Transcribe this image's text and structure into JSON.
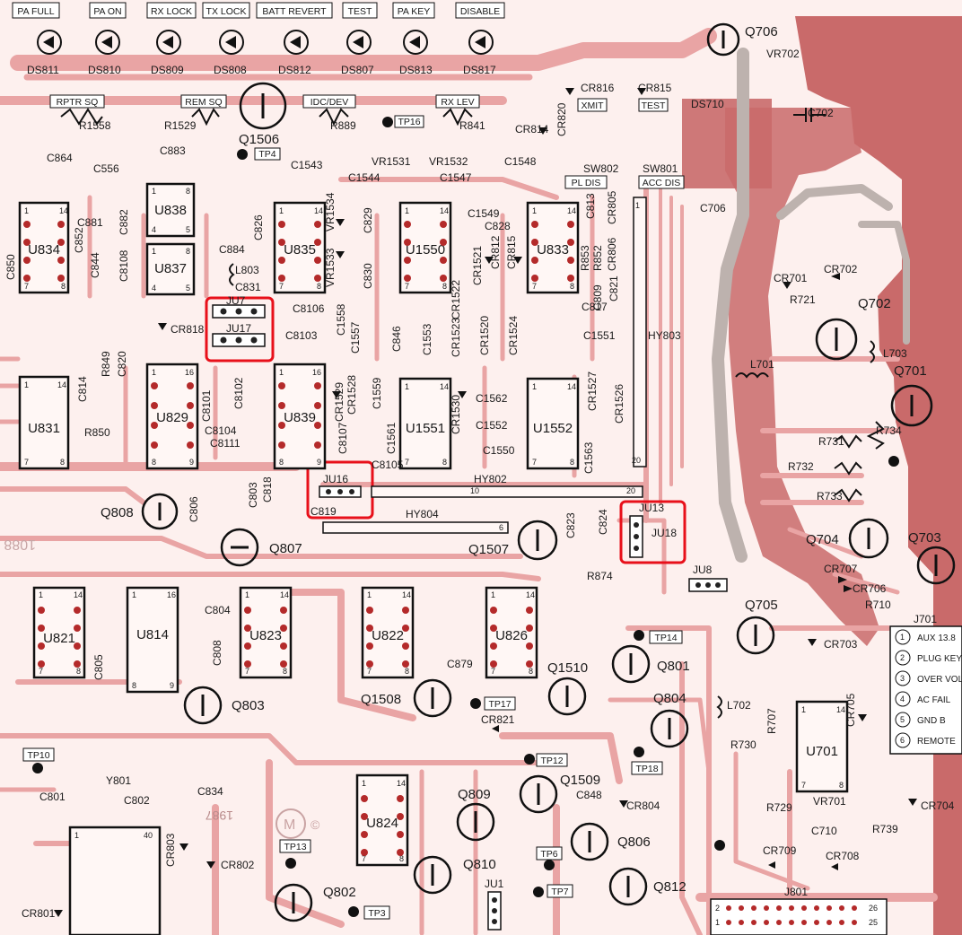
{
  "leds": {
    "labels": [
      "PA FULL",
      "PA ON",
      "RX LOCK",
      "TX LOCK",
      "BATT REVERT",
      "TEST",
      "PA KEY",
      "DISABLE"
    ],
    "refs": [
      "DS811",
      "DS810",
      "DS809",
      "DS808",
      "DS812",
      "DS807",
      "DS813",
      "DS817"
    ]
  },
  "boxes": {
    "rptr_sq": "RPTR SQ",
    "rem_sq": "REM SQ",
    "idc_dev": "IDC/DEV",
    "rx_lev": "RX LEV",
    "xmit": "XMIT",
    "test": "TEST",
    "pl_dis": "PL DIS",
    "acc_dis": "ACC DIS",
    "tp14": "TP14",
    "tp17": "TP17",
    "tp12": "TP12",
    "tp18": "TP18",
    "tp10": "TP10",
    "tp13": "TP13",
    "tp6": "TP6",
    "tp7": "TP7",
    "tp3": "TP3",
    "tp4": "TP4",
    "tp16": "TP16"
  },
  "ics": {
    "U838": "U838",
    "U834": "U834",
    "U837": "U837",
    "U835": "U835",
    "U1550": "U1550",
    "U833": "U833",
    "U831": "U831",
    "U829": "U829",
    "U839": "U839",
    "U1551": "U1551",
    "U1552": "U1552",
    "U821": "U821",
    "U814": "U814",
    "U823": "U823",
    "U822": "U822",
    "U826": "U826",
    "U824": "U824",
    "U701": "U701"
  },
  "transistors": {
    "Q706": "Q706",
    "Q1506": "Q1506",
    "Q702": "Q702",
    "Q701": "Q701",
    "Q808": "Q808",
    "Q807": "Q807",
    "Q1507": "Q1507",
    "Q704": "Q704",
    "Q703": "Q703",
    "Q705": "Q705",
    "Q801": "Q801",
    "Q804": "Q804",
    "Q803": "Q803",
    "Q1508": "Q1508",
    "Q1510": "Q1510",
    "Q1509": "Q1509",
    "Q809": "Q809",
    "Q806": "Q806",
    "Q810": "Q810",
    "Q802": "Q802",
    "Q812": "Q812"
  },
  "parts": {
    "R1558": "R1558",
    "R1529": "R1529",
    "R889": "R889",
    "R841": "R841",
    "C864": "C864",
    "C556": "C556",
    "C883": "C883",
    "C1543": "C1543",
    "C1544": "C1544",
    "VR1531": "VR1531",
    "VR1532": "VR1532",
    "C1547": "C1547",
    "C1548": "C1548",
    "CR816": "CR816",
    "CR815": "CR815",
    "CR820": "CR820",
    "CR814": "CR814",
    "SW802": "SW802",
    "SW801": "SW801",
    "DS710": "DS710",
    "VR702": "VR702",
    "C702": "C702",
    "C706": "C706",
    "C881": "C881",
    "C882": "C882",
    "C852": "C852",
    "C844": "C844",
    "C8108": "C8108",
    "C850": "C850",
    "C884": "C884",
    "C826": "C826",
    "L803": "L803",
    "C831": "C831",
    "VR1534": "VR1534",
    "VR1533": "VR1533",
    "C829": "C829",
    "C830": "C830",
    "C1549": "C1549",
    "C828": "C828",
    "CR1521": "CR1521",
    "CR812": "CR812",
    "CR815b": "CR815",
    "C813": "C813",
    "CR805": "CR805",
    "R853": "R853",
    "R852": "R852",
    "CR806": "CR806",
    "C809": "C809",
    "C821": "C821",
    "C817": "C817",
    "C1551": "C1551",
    "HY803": "HY803",
    "CR701": "CR701",
    "CR702": "CR702",
    "R721": "R721",
    "L703": "L703",
    "L701": "L701",
    "R734": "R734",
    "R731": "R731",
    "R732": "R732",
    "R733": "R733",
    "CR818": "CR818",
    "C8106": "C8106",
    "C1558": "C1558",
    "C8103": "C8103",
    "C1557": "C1557",
    "C846": "C846",
    "C1553": "C1553",
    "CR1523": "CR1523",
    "CR1520": "CR1520",
    "CR1524": "CR1524",
    "CR1522": "CR1522",
    "C814": "C814",
    "R849": "R849",
    "C820": "C820",
    "R850": "R850",
    "C8101": "C8101",
    "C8102": "C8102",
    "C8104": "C8104",
    "C8111": "C8111",
    "CR1529": "CR1529",
    "CR1528": "CR1528",
    "C1559": "C1559",
    "C1561": "C1561",
    "CR1530": "CR1530",
    "C1562": "C1562",
    "C1552": "C1552",
    "C1550": "C1550",
    "CR1527": "CR1527",
    "CR1526": "CR1526",
    "C1563": "C1563",
    "C8105": "C8105",
    "C8107": "C8107",
    "HY802": "HY802",
    "HY804": "HY804",
    "C806": "C806",
    "C803": "C803",
    "C818": "C818",
    "C819": "C819",
    "C823": "C823",
    "C824": "C824",
    "R874": "R874",
    "CR707": "CR707",
    "CR706": "CR706",
    "R710": "R710",
    "C804": "C804",
    "C805": "C805",
    "C808": "C808",
    "C879": "C879",
    "CR821": "CR821",
    "CR703": "CR703",
    "L702": "L702",
    "R707": "R707",
    "CR705": "CR705",
    "R730": "R730",
    "R729": "R729",
    "VR701": "VR701",
    "C710": "C710",
    "R739": "R739",
    "CR704": "CR704",
    "CR709": "CR709",
    "CR708": "CR708",
    "Y801": "Y801",
    "C801": "C801",
    "C802": "C802",
    "C834": "C834",
    "C848": "C848",
    "CR804": "CR804",
    "CR803": "CR803",
    "CR802": "CR802",
    "CR801": "CR801"
  },
  "jumpers": {
    "JU7": "JU7",
    "JU17": "JU17",
    "JU16": "JU16",
    "JU13": "JU13",
    "JU18": "JU18",
    "JU8": "JU8",
    "JU1": "JU1"
  },
  "connectors": {
    "J701": "J701",
    "J801": "J801"
  },
  "j701_pins": [
    {
      "num": "1",
      "label": "AUX 13.8"
    },
    {
      "num": "2",
      "label": "PLUG KEY"
    },
    {
      "num": "3",
      "label": "OVER VOLT"
    },
    {
      "num": "4",
      "label": "AC FAIL"
    },
    {
      "num": "5",
      "label": "GND B"
    },
    {
      "num": "6",
      "label": "REMOTE"
    }
  ],
  "j801_pins": {
    "tl": "2",
    "bl": "1",
    "tr": "26",
    "br": "25"
  },
  "hy802_pins": {
    "a": "10",
    "b": "20"
  },
  "hy803_pins": {
    "top": "1",
    "bot": "20"
  },
  "hy804_pin": "6",
  "silk": {
    "year": "1987",
    "mark": "M",
    "copyright": "©",
    "side": "1088"
  },
  "colors": {
    "trace": "#e9a4a4",
    "copper": "#d98e8e",
    "gnd": "#bdb2ae",
    "pad": "#b42a2a",
    "highlight": "#e8101a"
  }
}
